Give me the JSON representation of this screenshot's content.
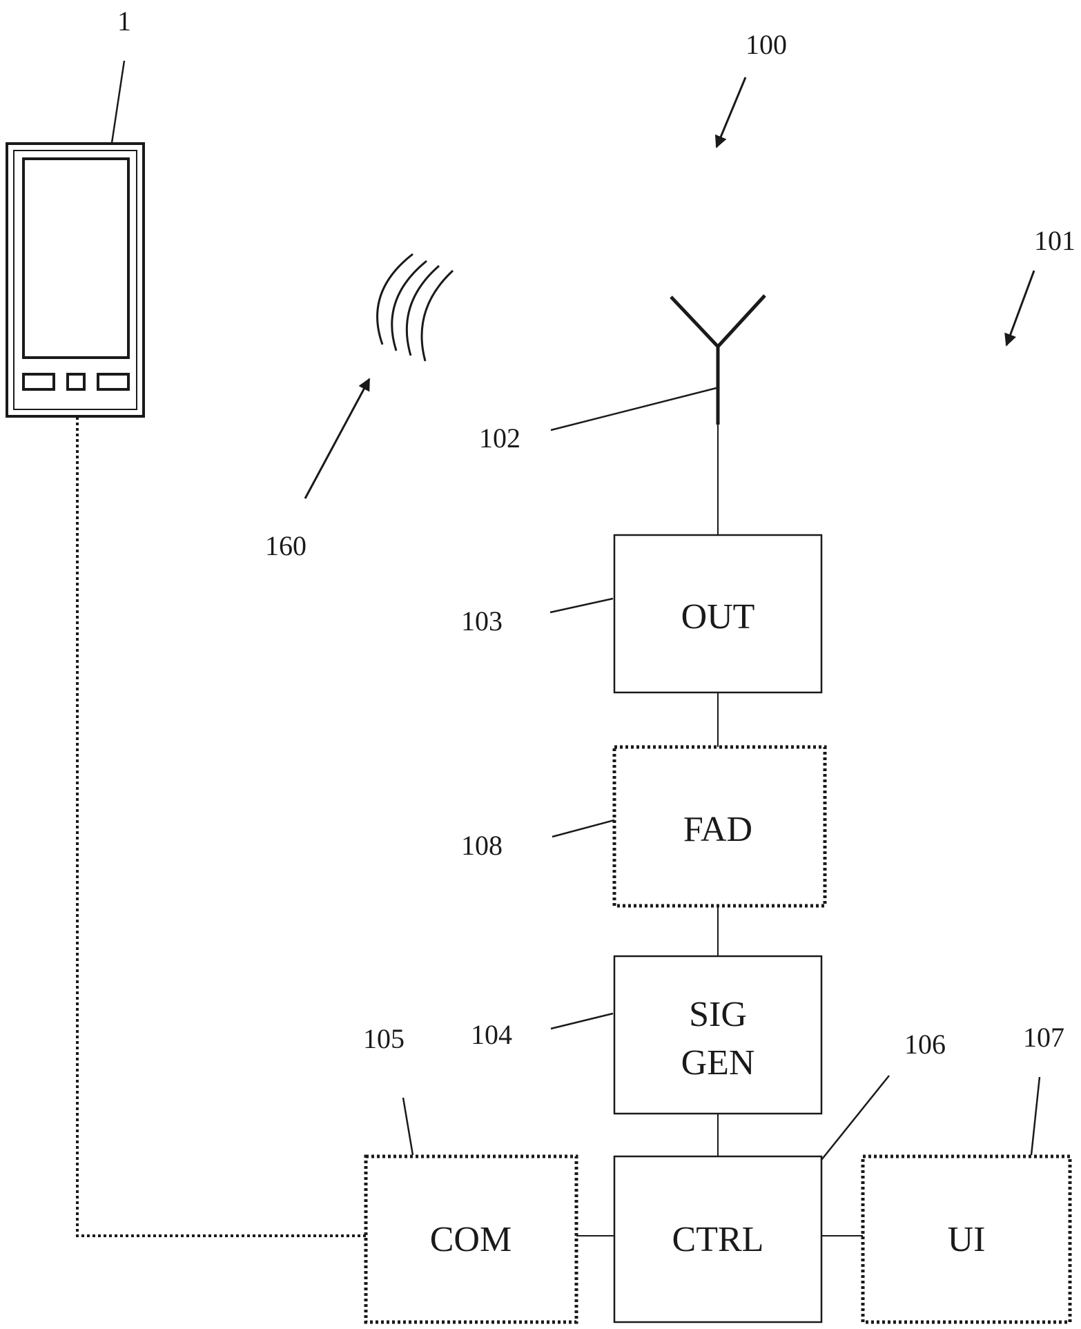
{
  "references": {
    "phone": "1",
    "system": "100",
    "device": "101",
    "antenna": "102",
    "out": "103",
    "siggen": "104",
    "com": "105",
    "ctrl": "106",
    "ui": "107",
    "fad": "108",
    "signal": "160"
  },
  "blocks": {
    "out": "OUT",
    "fad": "FAD",
    "siggen_line1": "SIG",
    "siggen_line2": "GEN",
    "com": "COM",
    "ctrl": "CTRL",
    "ui": "UI"
  },
  "colors": {
    "ink": "#1a1a1a",
    "background": "#ffffff"
  }
}
